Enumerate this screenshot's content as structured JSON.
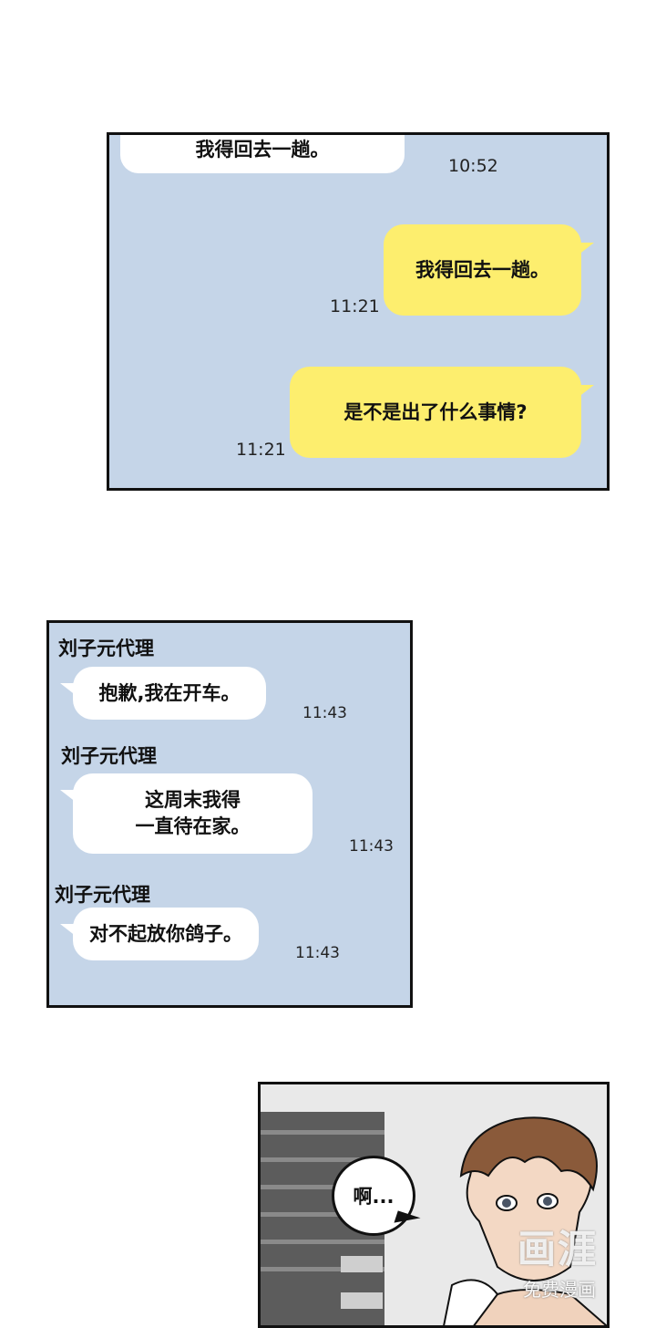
{
  "panel1": {
    "messages": [
      {
        "text": "我得回去一趟。",
        "time": "10:52"
      },
      {
        "text": "我得回去一趟。",
        "time": "11:21"
      },
      {
        "text": "是不是出了什么事情?",
        "time": "11:21"
      }
    ]
  },
  "panel2": {
    "messages": [
      {
        "sender": "刘子元代理",
        "text": "抱歉,我在开车。",
        "time": "11:43"
      },
      {
        "sender": "刘子元代理",
        "line1": "这周末我得",
        "line2": "一直待在家。",
        "time": "11:43"
      },
      {
        "sender": "刘子元代理",
        "text": "对不起放你鸽子。",
        "time": "11:43"
      }
    ]
  },
  "panel3": {
    "speech": "啊...",
    "watermark_title": "画涯",
    "watermark_sub": "免费漫画"
  },
  "colors": {
    "chat_bg": "#c5d5e8",
    "bubble_own": "#fdee6e",
    "bubble_other": "#ffffff"
  }
}
